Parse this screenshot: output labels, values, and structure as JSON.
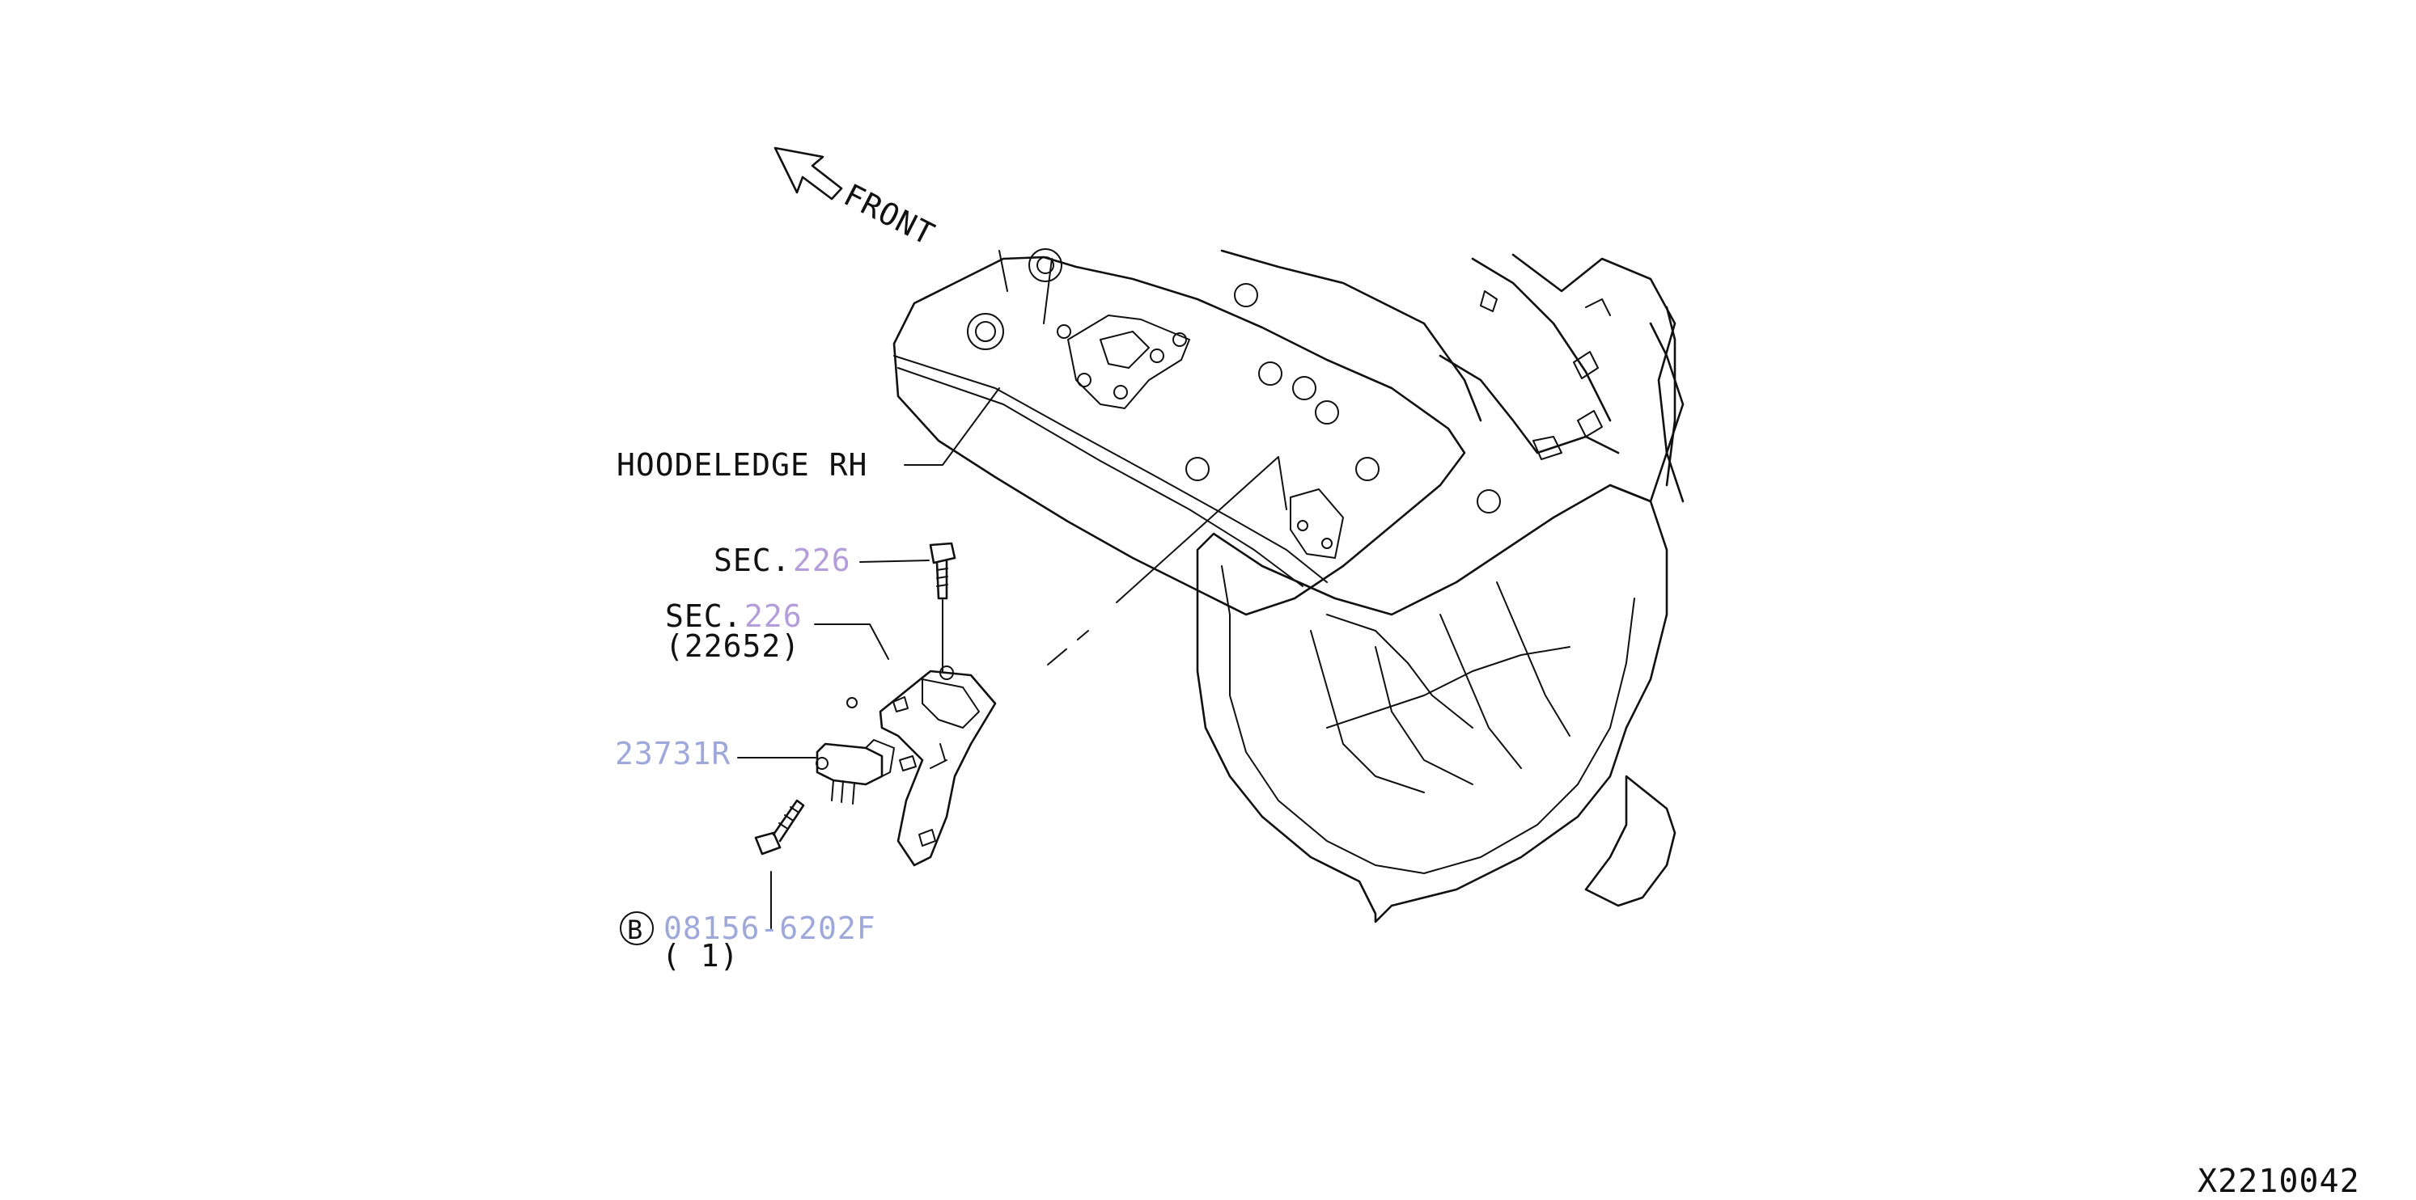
{
  "direction": {
    "label": "FRONT"
  },
  "labels": {
    "hoodledge": "HOODELEDGE RH",
    "sec_prefix": "SEC.",
    "sec_ref_1": "226",
    "sec_ref_2": "226",
    "bracket_part": "(22652)",
    "sensor_part": "23731R",
    "bolt_marker": "B",
    "bolt_part": "08156-6202F",
    "bolt_qty": "( 1)"
  },
  "diagram_code": "X2210042",
  "colors": {
    "line": "#111111",
    "reference_link": "#b39ddb",
    "part_link": "#9fa8da"
  }
}
